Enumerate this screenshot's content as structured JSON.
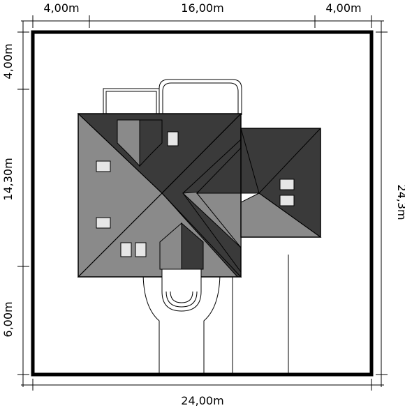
{
  "dimensions": {
    "top": [
      "4,00m",
      "16,00m",
      "4,00m"
    ],
    "left": [
      "4,00m",
      "14,30m",
      "6,00m"
    ],
    "right": "24,3m",
    "bottom": "24,00m"
  },
  "colors": {
    "background": "#ffffff",
    "roof_dark": "#3a3a3a",
    "roof_light": "#8a8a8a",
    "lines": "#000000",
    "window": "#e6e6e6"
  }
}
